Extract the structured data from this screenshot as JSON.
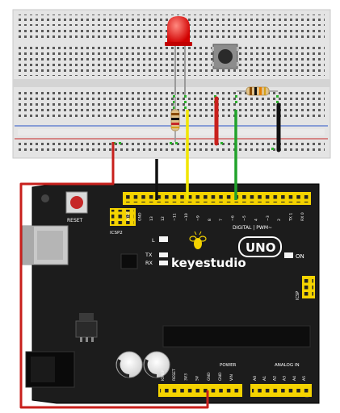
{
  "board": {
    "brand": "keyestudio",
    "model": "UNO",
    "reset_label": "RESET",
    "icsp2_label": "ICSP2",
    "icsp_label": "ICSP",
    "led_l": "L",
    "led_tx": "TX",
    "led_rx": "RX",
    "led_on": "ON",
    "digital_label": "DIGITAL | PWM~",
    "power_label": "POWER",
    "analog_label": "ANALOG IN",
    "digital_pins": [
      "AREF",
      "GND",
      "13",
      "12",
      "~11",
      "~10",
      "~9",
      "8",
      "7",
      "~6",
      "~5",
      "4",
      "~3",
      "2",
      "TX 1",
      "RX 0"
    ],
    "power_pins": [
      "IOREF",
      "RESET",
      "3V3",
      "5V",
      "GND",
      "GND",
      "VIN"
    ],
    "analog_pins": [
      "A0",
      "A1",
      "A2",
      "A3",
      "A4",
      "A5"
    ]
  },
  "components": {
    "led": "red-led",
    "button": "push-button",
    "resistors": [
      "led-resistor",
      "button-resistor"
    ]
  },
  "colors": {
    "board": "#1b1b1b",
    "header": "#f4d300",
    "breadboard": "#e6e6e6",
    "wire_red": "#c8201c",
    "wire_black": "#111111",
    "wire_yellow": "#f2e600",
    "wire_green": "#21a32b",
    "led_red": "#e01010"
  }
}
